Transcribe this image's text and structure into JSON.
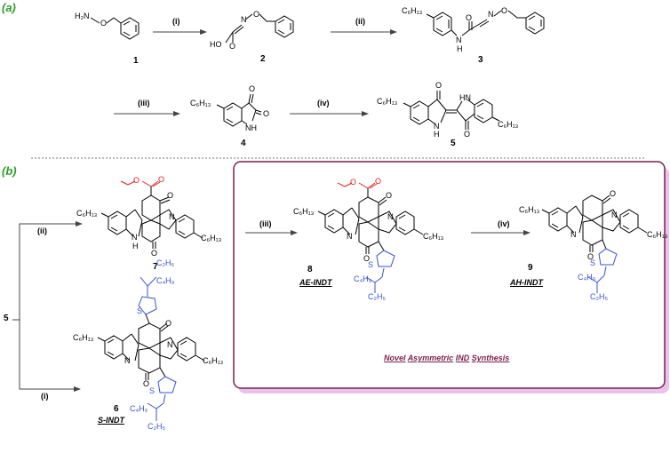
{
  "panels": {
    "a": "(a)",
    "b": "(b)"
  },
  "compounds": {
    "c1": "1",
    "c2": "2",
    "c3": "3",
    "c4": "4",
    "c5": "5",
    "c5b": "5",
    "c6": "6",
    "c7": "7",
    "c8": "8",
    "c9": "9"
  },
  "steps": {
    "a_i": "(i)",
    "a_ii": "(ii)",
    "a_iii": "(iii)",
    "a_iv": "(iv)",
    "b_ii": "(ii)",
    "b_i": "(i)",
    "b_iii": "(iii)",
    "b_iv": "(iv)"
  },
  "names": {
    "s": "S-INDT",
    "ae": "AE-INDT",
    "ah": "AH-INDT"
  },
  "novel": [
    "Novel",
    "Asymmetric",
    "IND",
    "Synthesis"
  ],
  "atoms": {
    "h2n": "H₂N",
    "o": "O",
    "ho": "HO",
    "n": "N",
    "h": "H",
    "nh": "NH",
    "hn": "HN",
    "n_h": "N\nH",
    "c6": "C₆H₁₃",
    "c2h5": "C₂H₅",
    "c4h9": "C₄H₉",
    "s": "S"
  },
  "colors": {
    "panel_label": "#2a9d2a",
    "side_chain": "#3a52d0",
    "ester": "#e02020",
    "box": "#7a1f4e",
    "box_shadow": "#d9a8df"
  }
}
